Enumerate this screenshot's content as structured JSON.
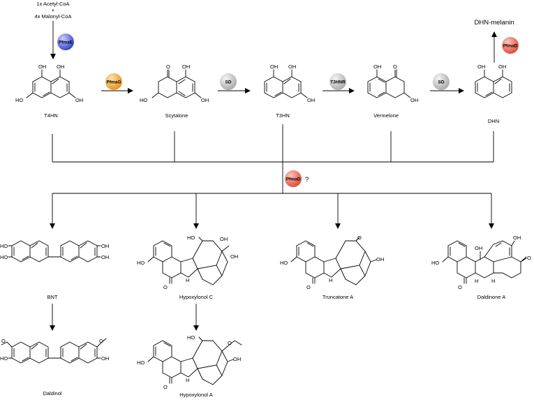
{
  "precursors": {
    "line1": "1x Acetyl-CoA",
    "line2": "+",
    "line3": "4x Malonyl-CoA"
  },
  "end_product": "DHN-melanin",
  "enzymes": {
    "pfmaE": "PfmaE",
    "pfmaG": "PfmaG",
    "sd1": "SD",
    "t3hnr": "T3HNR",
    "sd2": "SD",
    "pfmaD_top": "PfmaD",
    "pfmaD_mid": "PfmaD",
    "question": "?"
  },
  "enzyme_colors": {
    "pfmaE": "#4a55d8",
    "pfmaG": "#f0a020",
    "pfmaD": "#ef5b4c",
    "sd": "#c8c8c8",
    "t3hnr": "#c8c8c8"
  },
  "compounds": {
    "t4hn": "T4HN",
    "scytalone": "Scytalone",
    "t3hn": "T3HN",
    "vermelone": "Vermelone",
    "dhn": "DHN",
    "bnt": "BNT",
    "hypoxylonol_c": "Hypoxylonol C",
    "truncatone_a": "Truncatone A",
    "daldinone_a": "Daldinone A",
    "daldinol": "Daldinol",
    "hypoxylonol_a": "Hypoxylonol A"
  },
  "atoms": {
    "oh": "OH",
    "ho": "HO",
    "o": "O",
    "h": "H"
  }
}
